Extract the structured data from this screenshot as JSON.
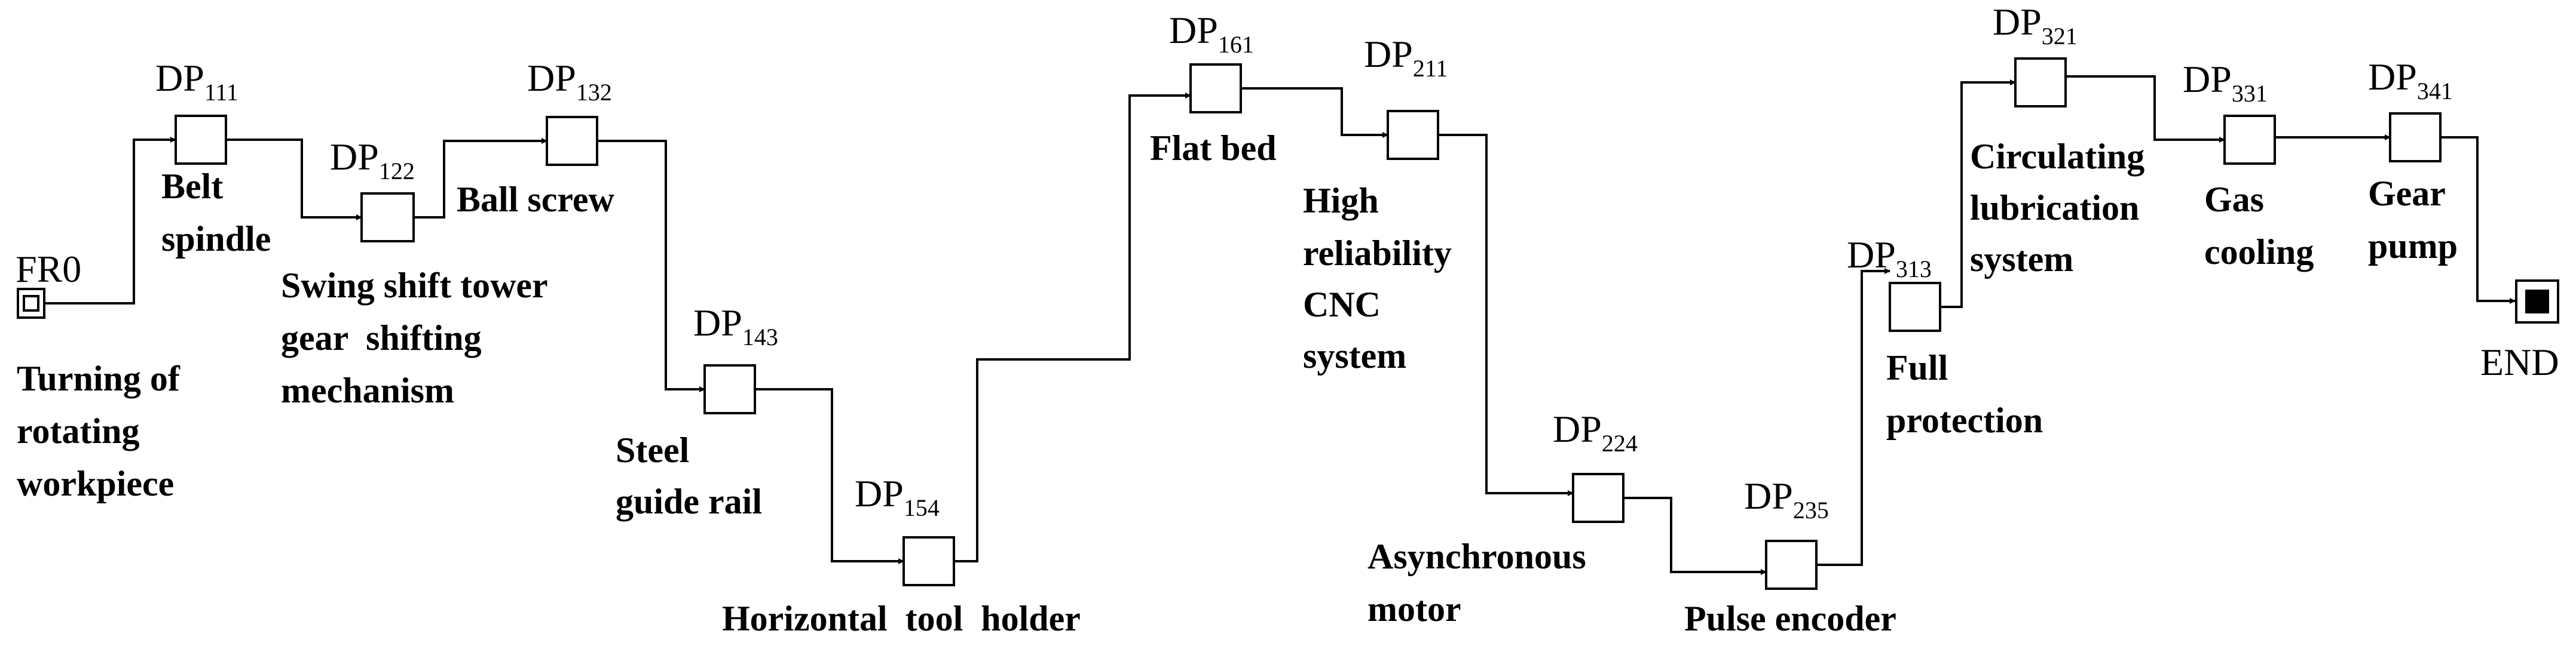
{
  "diagram": {
    "start": {
      "label": "FR0",
      "description": [
        "Turning of",
        "rotating",
        "workpiece"
      ]
    },
    "end": {
      "label": "END"
    },
    "nodes": [
      {
        "id": "DP",
        "sub": "111",
        "description": [
          "Belt",
          "spindle"
        ]
      },
      {
        "id": "DP",
        "sub": "122",
        "description": [
          "Swing shift tower",
          "gear  shifting",
          "mechanism"
        ]
      },
      {
        "id": "DP",
        "sub": "132",
        "description": [
          "Ball screw"
        ]
      },
      {
        "id": "DP",
        "sub": "143",
        "description": [
          "Steel",
          "guide rail"
        ]
      },
      {
        "id": "DP",
        "sub": "154",
        "description": [
          "Horizontal  tool  holder"
        ]
      },
      {
        "id": "DP",
        "sub": "161",
        "description": [
          "Flat bed"
        ]
      },
      {
        "id": "DP",
        "sub": "211",
        "description": [
          "High",
          "reliability",
          "CNC",
          "system"
        ]
      },
      {
        "id": "DP",
        "sub": "224",
        "description": [
          "Asynchronous",
          "motor"
        ]
      },
      {
        "id": "DP",
        "sub": "235",
        "description": [
          "Pulse encoder"
        ]
      },
      {
        "id": "DP",
        "sub": "313",
        "description": [
          "Full",
          "protection"
        ]
      },
      {
        "id": "DP",
        "sub": "321",
        "description": [
          "Circulating",
          "lubrication",
          "system"
        ]
      },
      {
        "id": "DP",
        "sub": "331",
        "description": [
          "Gas",
          "cooling"
        ]
      },
      {
        "id": "DP",
        "sub": "341",
        "description": [
          "Gear",
          "pump"
        ]
      }
    ]
  }
}
